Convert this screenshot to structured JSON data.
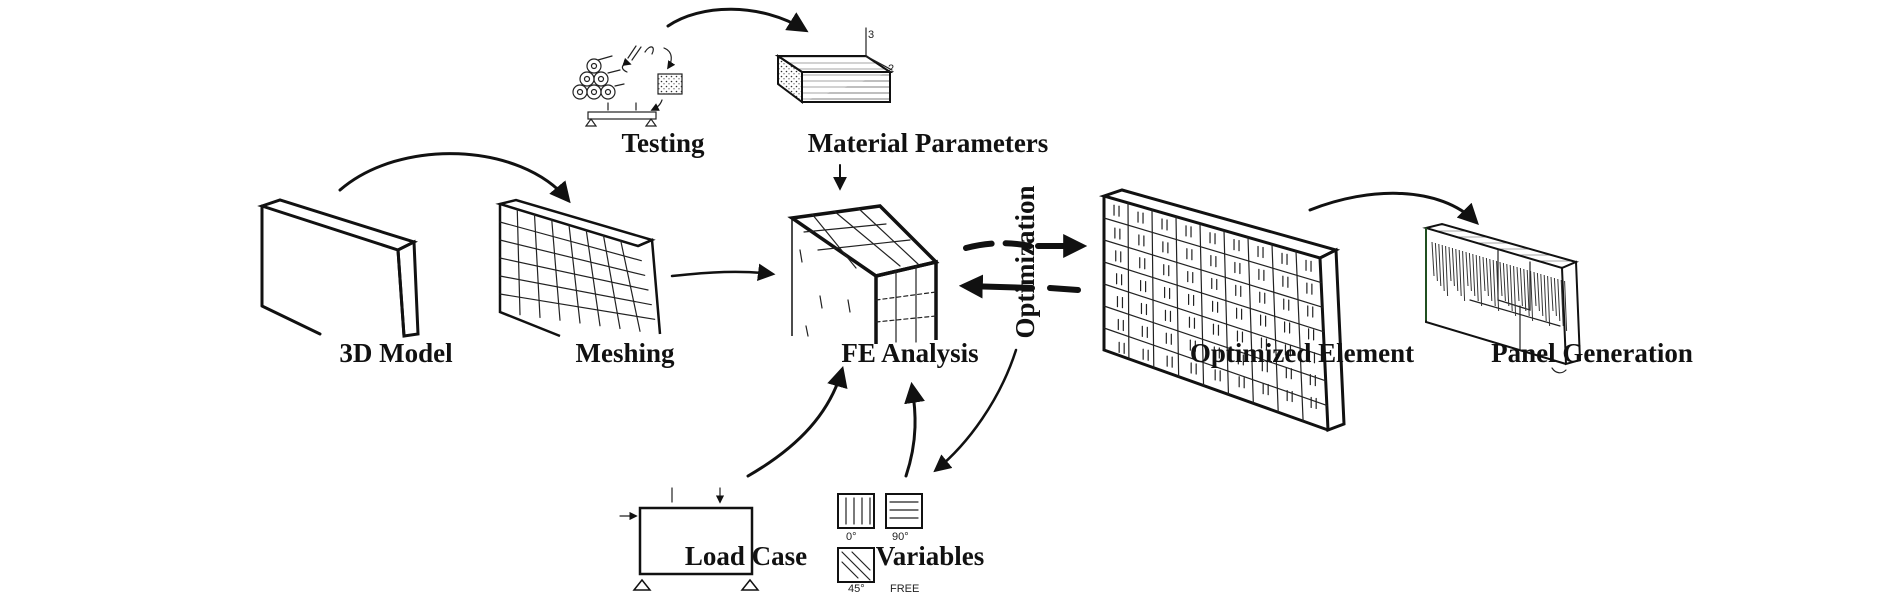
{
  "labels": {
    "testing": "Testing",
    "material_parameters": "Material Parameters",
    "model_3d": "3D Model",
    "meshing": "Meshing",
    "fe_analysis": "FE Analysis",
    "optimization": "Optimization",
    "optimized_element": "Optimized Element",
    "panel_generation": "Panel Generation",
    "load_case": "Load Case",
    "variables": "Variables"
  },
  "axis_ticks": {
    "axis_3": "3",
    "axis_2": "2"
  },
  "variable_annotations": {
    "deg_0": "0°",
    "deg_90": "90°",
    "deg_45": "45°",
    "free": "FREE"
  }
}
